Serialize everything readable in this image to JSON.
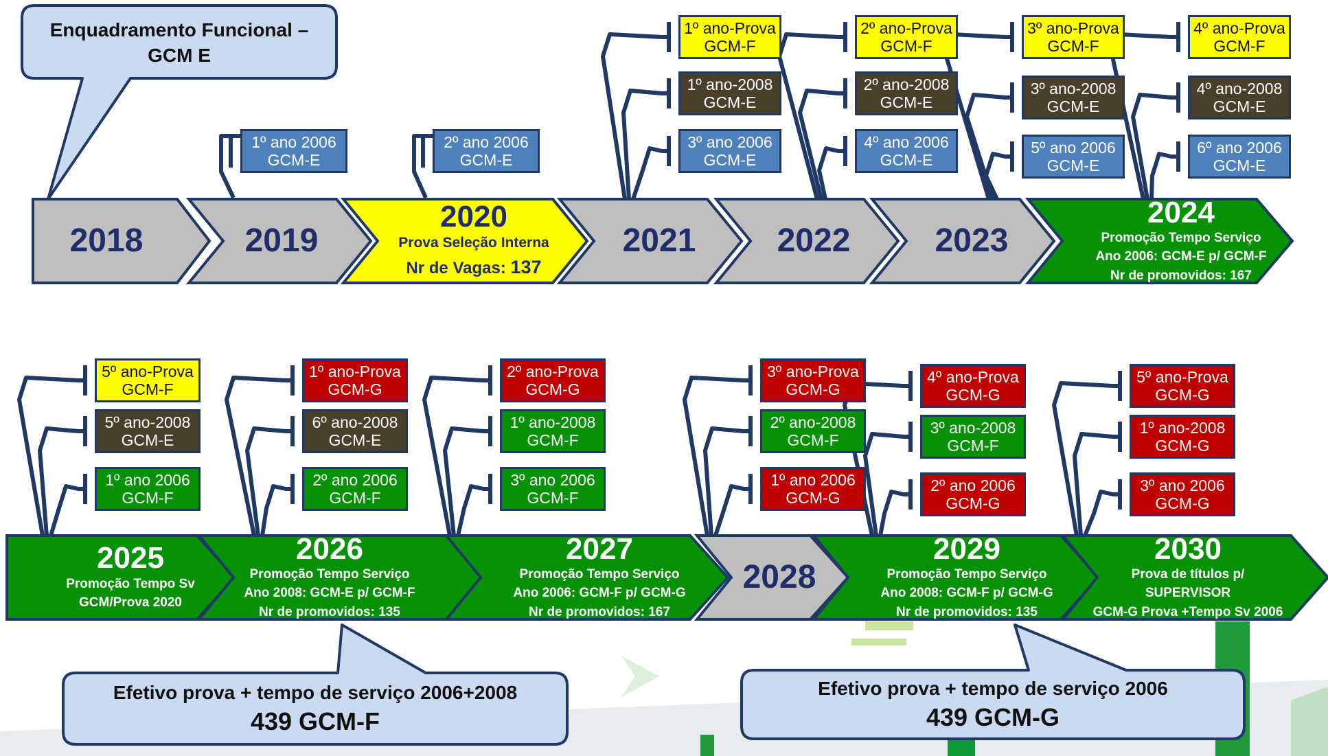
{
  "colors": {
    "gray": "#BFBFBF",
    "yellow": "#FFFF00",
    "green": "#079107",
    "red": "#C00000",
    "blue": "#4F81BD",
    "brown": "#4A3F2A",
    "outline": "#1F3864",
    "callout": "#C9DAF1",
    "year_text": "#1F2D6B"
  },
  "callout_top": {
    "line1": "Enquadramento Funcional –",
    "line2": "GCM E"
  },
  "callout_bottom_left": {
    "line1": "Efetivo prova + tempo de serviço 2006+2008",
    "line2": "439 GCM-F"
  },
  "callout_bottom_right": {
    "line1": "Efetivo prova + tempo de serviço 2006",
    "line2": "439 GCM-G"
  },
  "row1": [
    {
      "year": "2018",
      "color": "gray"
    },
    {
      "year": "2019",
      "color": "gray"
    },
    {
      "year": "2020",
      "color": "yellow",
      "lines": [
        "Prova Seleção Interna"
      ],
      "vagas_label": "Nr de Vagas:",
      "vagas_value": "137"
    },
    {
      "year": "2021",
      "color": "gray"
    },
    {
      "year": "2022",
      "color": "gray"
    },
    {
      "year": "2023",
      "color": "gray"
    },
    {
      "year": "2024",
      "color": "green",
      "lines": [
        "Promoção Tempo Serviço",
        "Ano 2006: GCM-E p/ GCM-F",
        "Nr de promovidos: 167"
      ]
    }
  ],
  "row2": [
    {
      "year": "2025",
      "color": "green",
      "lines": [
        "Promoção Tempo Sv",
        "GCM/Prova 2020"
      ]
    },
    {
      "year": "2026",
      "color": "green",
      "lines": [
        "Promoção Tempo Serviço",
        "Ano 2008: GCM-E p/ GCM-F",
        "Nr de promovidos: 135"
      ]
    },
    {
      "year": "2027",
      "color": "green",
      "lines": [
        "Promoção Tempo Serviço",
        "Ano 2006: GCM-F p/ GCM-G",
        "Nr de promovidos: 167"
      ]
    },
    {
      "year": "2028",
      "color": "gray"
    },
    {
      "year": "2029",
      "color": "green",
      "lines": [
        "Promoção Tempo Serviço",
        "Ano 2008: GCM-F p/ GCM-G",
        "Nr de promovidos: 135"
      ]
    },
    {
      "year": "2030",
      "color": "green",
      "lines": [
        "Prova de títulos p/",
        "SUPERVISOR",
        "GCM-G Prova +Tempo Sv 2006"
      ]
    }
  ],
  "boxes": [
    {
      "id": "2019-a",
      "line1": "1º ano 2006",
      "line2": "GCM-E",
      "color": "blue"
    },
    {
      "id": "2020-a",
      "line1": "2º ano 2006",
      "line2": "GCM-E",
      "color": "blue"
    },
    {
      "id": "2021-a",
      "line1": "1º ano-Prova",
      "line2": "GCM-F",
      "color": "yellow"
    },
    {
      "id": "2021-b",
      "line1": "1º ano-2008",
      "line2": "GCM-E",
      "color": "brown"
    },
    {
      "id": "2021-c",
      "line1": "3º ano 2006",
      "line2": "GCM-E",
      "color": "blue"
    },
    {
      "id": "2022-a",
      "line1": "2º ano-Prova",
      "line2": "GCM-F",
      "color": "yellow"
    },
    {
      "id": "2022-b",
      "line1": "2º ano-2008",
      "line2": "GCM-E",
      "color": "brown"
    },
    {
      "id": "2022-c",
      "line1": "4º ano 2006",
      "line2": "GCM-E",
      "color": "blue"
    },
    {
      "id": "2023-a",
      "line1": "3º ano-Prova",
      "line2": "GCM-F",
      "color": "yellow"
    },
    {
      "id": "2023-b",
      "line1": "3º ano-2008",
      "line2": "GCM-E",
      "color": "brown"
    },
    {
      "id": "2023-c",
      "line1": "5º ano 2006",
      "line2": "GCM-E",
      "color": "blue"
    },
    {
      "id": "2024-a",
      "line1": "4º ano-Prova",
      "line2": "GCM-F",
      "color": "yellow"
    },
    {
      "id": "2024-b",
      "line1": "4º ano-2008",
      "line2": "GCM-E",
      "color": "brown"
    },
    {
      "id": "2024-c",
      "line1": "6º ano 2006",
      "line2": "GCM-E",
      "color": "blue"
    },
    {
      "id": "2025-a",
      "line1": "5º ano-Prova",
      "line2": "GCM-F",
      "color": "yellow"
    },
    {
      "id": "2025-b",
      "line1": "5º ano-2008",
      "line2": "GCM-E",
      "color": "brown"
    },
    {
      "id": "2025-c",
      "line1": "1º ano 2006",
      "line2": "GCM-F",
      "color": "green"
    },
    {
      "id": "2026-a",
      "line1": "1º ano-Prova",
      "line2": "GCM-G",
      "color": "red"
    },
    {
      "id": "2026-b",
      "line1": "6º ano-2008",
      "line2": "GCM-E",
      "color": "brown"
    },
    {
      "id": "2026-c",
      "line1": "2º ano 2006",
      "line2": "GCM-F",
      "color": "green"
    },
    {
      "id": "2027-a",
      "line1": "2º ano-Prova",
      "line2": "GCM-G",
      "color": "red"
    },
    {
      "id": "2027-b",
      "line1": "1º ano-2008",
      "line2": "GCM-F",
      "color": "green"
    },
    {
      "id": "2027-c",
      "line1": "3º ano 2006",
      "line2": "GCM-F",
      "color": "green"
    },
    {
      "id": "2028-a",
      "line1": "3º ano-Prova",
      "line2": "GCM-G",
      "color": "red"
    },
    {
      "id": "2028-b",
      "line1": "2º ano-2008",
      "line2": "GCM-F",
      "color": "green"
    },
    {
      "id": "2028-c",
      "line1": "1º ano 2006",
      "line2": "GCM-G",
      "color": "red"
    },
    {
      "id": "2029-a",
      "line1": "4º ano-Prova",
      "line2": "GCM-G",
      "color": "red"
    },
    {
      "id": "2029-b",
      "line1": "3º ano-2008",
      "line2": "GCM-F",
      "color": "green"
    },
    {
      "id": "2029-c",
      "line1": "2º ano 2006",
      "line2": "GCM-G",
      "color": "red"
    },
    {
      "id": "2030-a",
      "line1": "5º ano-Prova",
      "line2": "GCM-G",
      "color": "red"
    },
    {
      "id": "2030-b",
      "line1": "1º ano-2008",
      "line2": "GCM-G",
      "color": "red"
    },
    {
      "id": "2030-c",
      "line1": "3º ano 2006",
      "line2": "GCM-G",
      "color": "red"
    }
  ]
}
